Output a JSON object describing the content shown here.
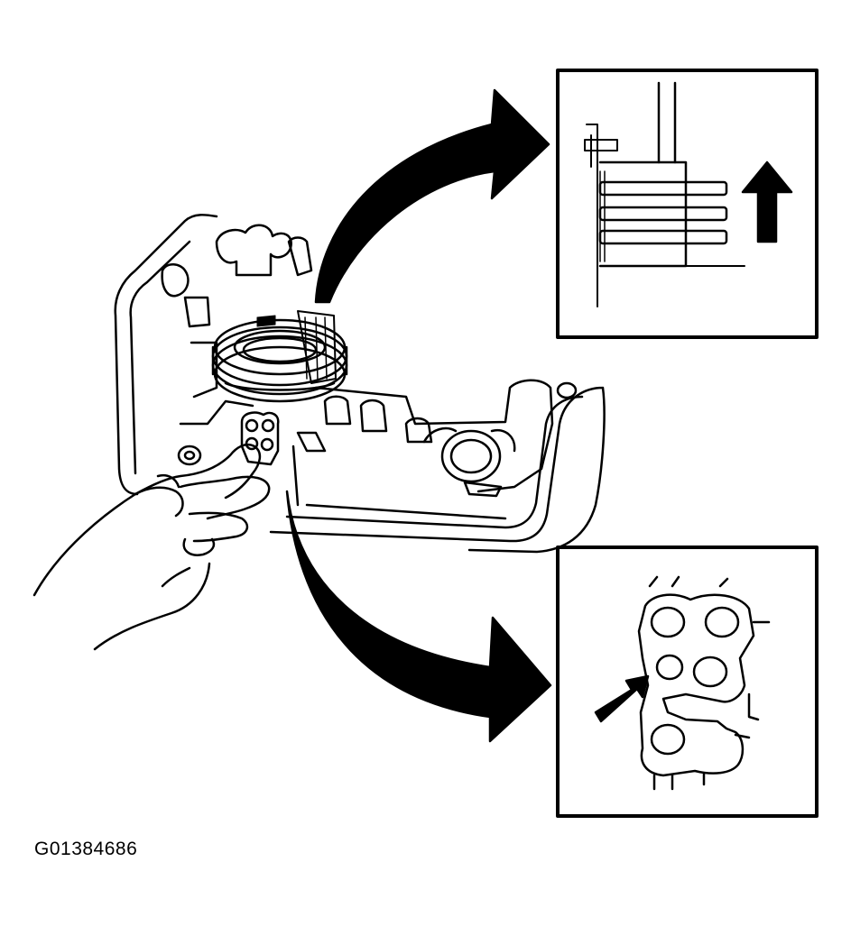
{
  "figure": {
    "id_label": "G01384686"
  },
  "colors": {
    "ink": "#000000",
    "paper": "#ffffff"
  },
  "illustration": {
    "subject": "transmission-case-with-hand-installing-clutch-assembly",
    "detail_top": "clutch-plates-with-up-arrow",
    "detail_bottom": "gasket-with-pointing-arrow"
  }
}
